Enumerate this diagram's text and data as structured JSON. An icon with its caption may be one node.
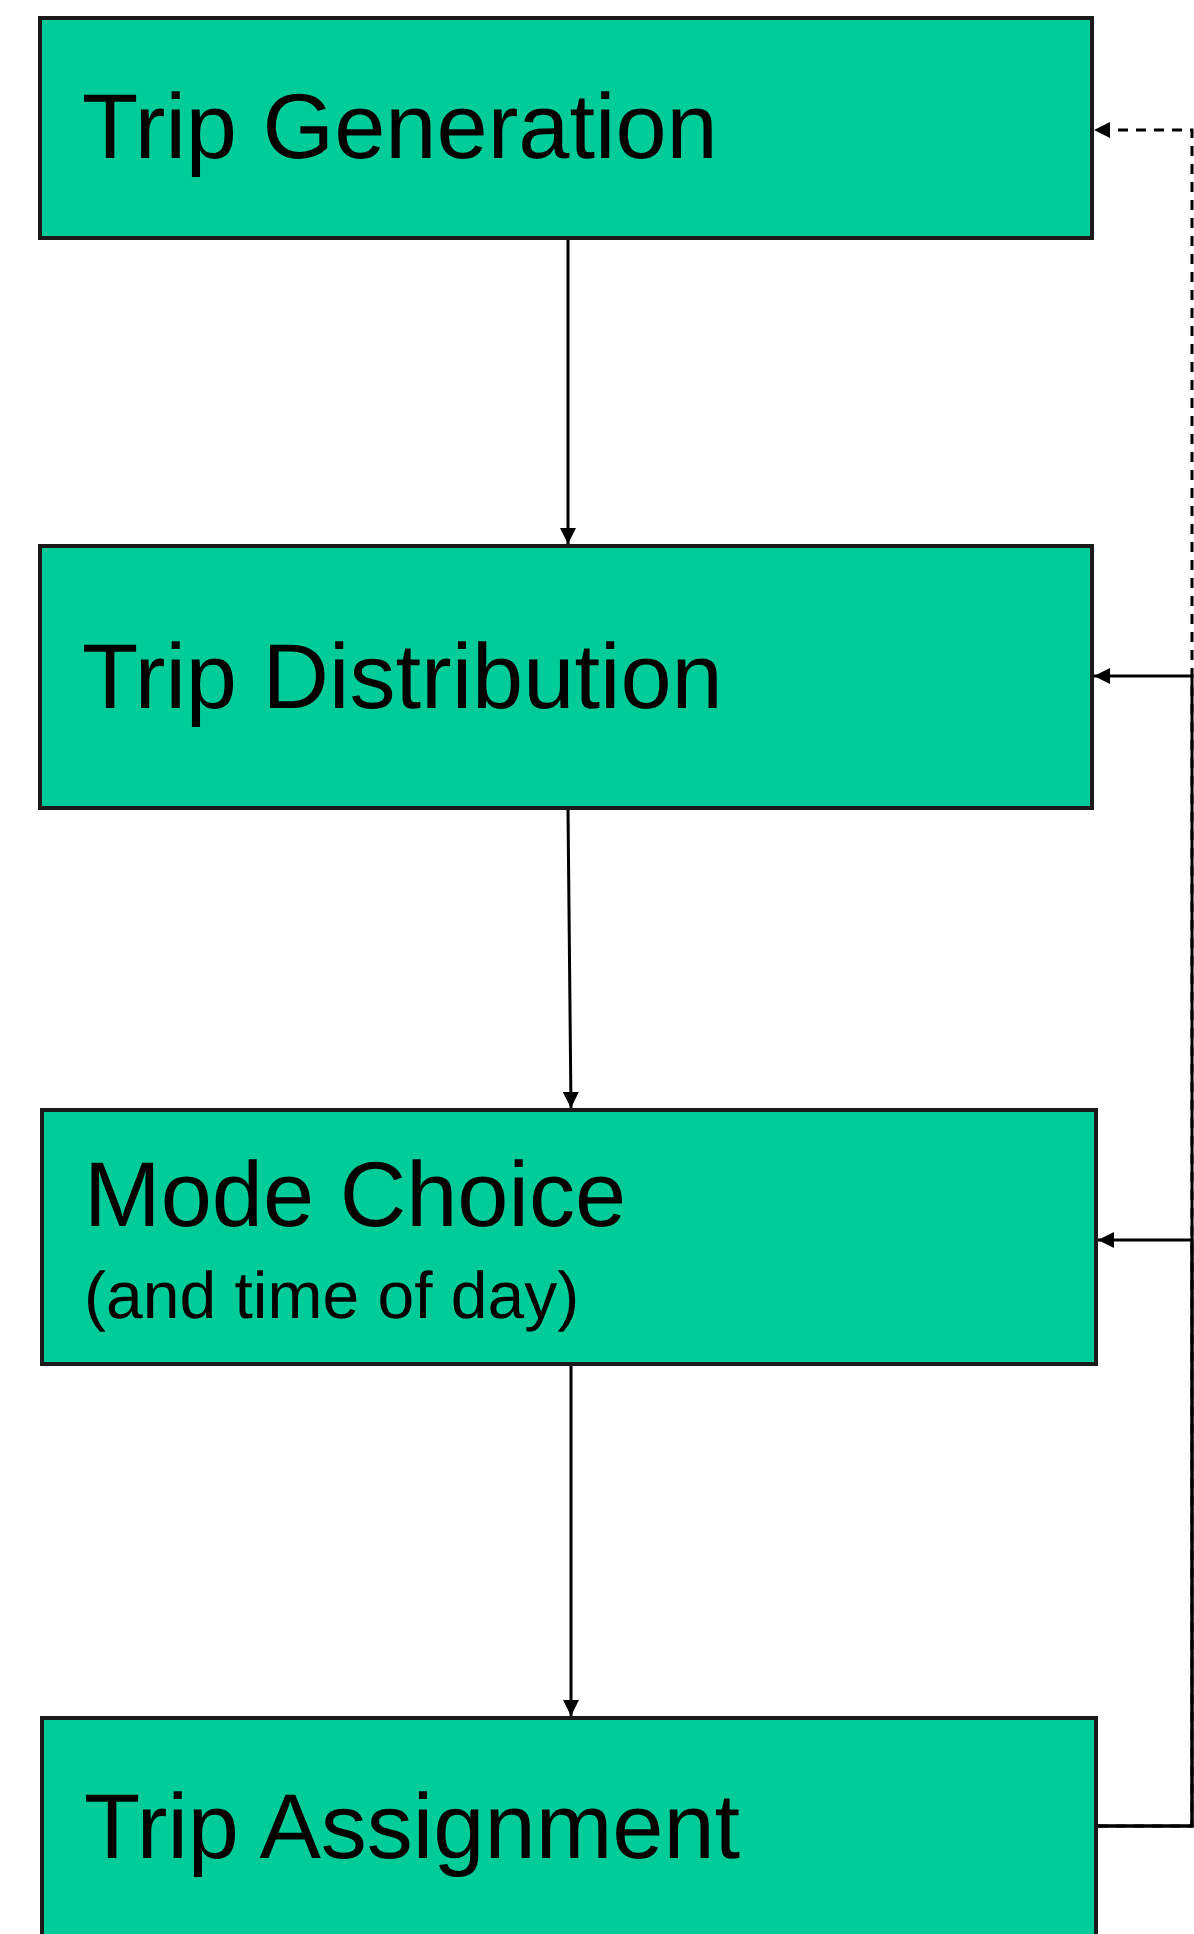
{
  "diagram": {
    "nodes": [
      {
        "text": [
          "Trip Generation"
        ]
      },
      {
        "text": [
          "Trip Distribution"
        ]
      },
      {
        "text": [
          "Mode Choice",
          "(and time of day)"
        ]
      },
      {
        "text": [
          "Trip Assignment"
        ]
      }
    ],
    "edges": [
      {
        "from": 0,
        "to": 1,
        "arrow": "to"
      },
      {
        "from": 1,
        "to": 2,
        "arrow": "to"
      },
      {
        "from": 2,
        "to": 3,
        "arrow": "to"
      },
      {
        "from": 3,
        "to": 0,
        "arrow": "to",
        "style": "dashed"
      },
      {
        "from": 3,
        "to": 1,
        "arrow": "to"
      },
      {
        "from": 3,
        "to": 2,
        "arrow": "to"
      }
    ]
  }
}
